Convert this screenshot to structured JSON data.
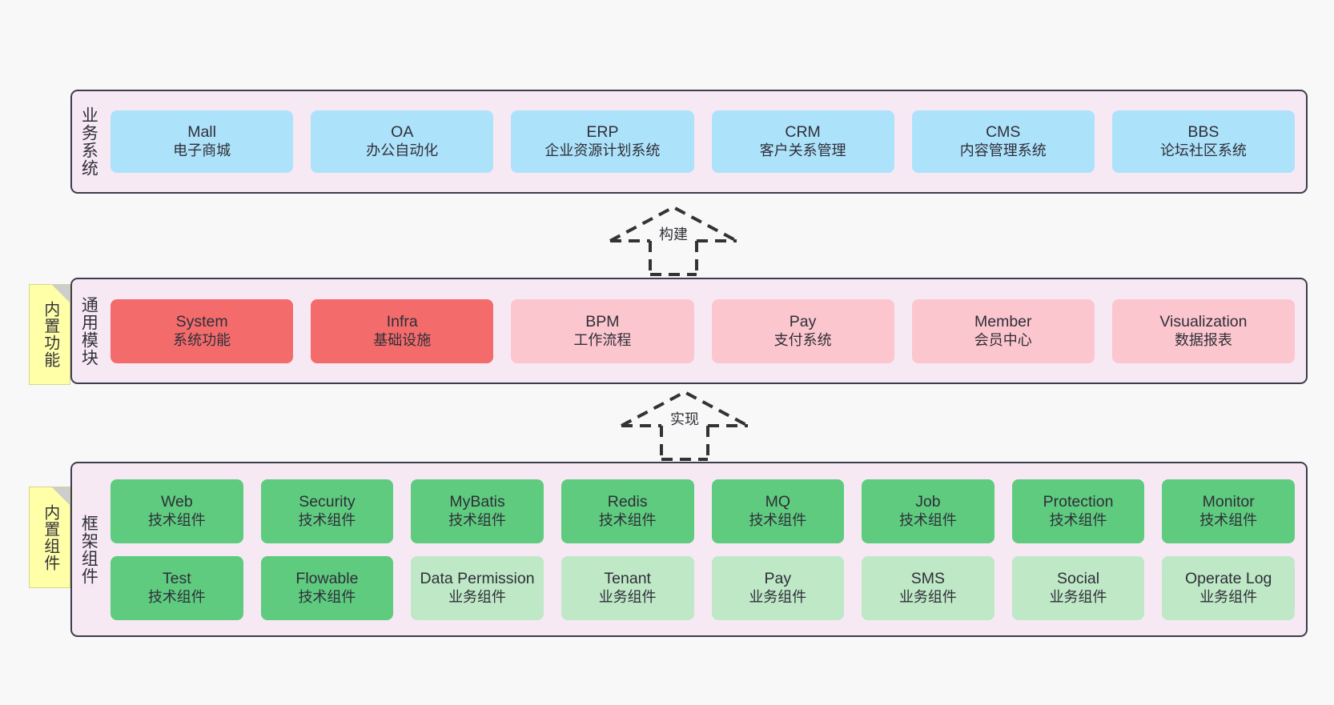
{
  "diagram": {
    "background_color": "#f8f8f8",
    "layer_fill": "#f7e9f4",
    "layer_border": "#3d3d4e",
    "note_color": "#ffffa8",
    "colors": {
      "business_card": "#ade2fb",
      "module_active": "#f36b6b",
      "module_plain": "#fcc6ce",
      "tech_component": "#5ecb7f",
      "biz_component": "#bee8c6"
    }
  },
  "notes": [
    {
      "id": "note-func",
      "text": "内置功能"
    },
    {
      "id": "note-comp",
      "text": "内置组件"
    }
  ],
  "connectors": [
    {
      "id": "conn-build",
      "label": "构建",
      "style": "dashed-hollow-arrow-up"
    },
    {
      "id": "conn-impl",
      "label": "实现",
      "style": "dashed-hollow-arrow-up"
    }
  ],
  "layers": [
    {
      "id": "layer-biz",
      "title": "业务系统",
      "rows": [
        [
          {
            "name": "Mall",
            "desc": "电子商城",
            "color": "blue"
          },
          {
            "name": "OA",
            "desc": "办公自动化",
            "color": "blue"
          },
          {
            "name": "ERP",
            "desc": "企业资源计划系统",
            "color": "blue"
          },
          {
            "name": "CRM",
            "desc": "客户关系管理",
            "color": "blue"
          },
          {
            "name": "CMS",
            "desc": "内容管理系统",
            "color": "blue"
          },
          {
            "name": "BBS",
            "desc": "论坛社区系统",
            "color": "blue"
          }
        ]
      ]
    },
    {
      "id": "layer-mod",
      "title": "通用模块",
      "rows": [
        [
          {
            "name": "System",
            "desc": "系统功能",
            "color": "red"
          },
          {
            "name": "Infra",
            "desc": "基础设施",
            "color": "red"
          },
          {
            "name": "BPM",
            "desc": "工作流程",
            "color": "pink"
          },
          {
            "name": "Pay",
            "desc": "支付系统",
            "color": "pink"
          },
          {
            "name": "Member",
            "desc": "会员中心",
            "color": "pink"
          },
          {
            "name": "Visualization",
            "desc": "数据报表",
            "color": "pink"
          }
        ]
      ]
    },
    {
      "id": "layer-comp",
      "title": "框架组件",
      "rows": [
        [
          {
            "name": "Web",
            "desc": "技术组件",
            "color": "green"
          },
          {
            "name": "Security",
            "desc": "技术组件",
            "color": "green"
          },
          {
            "name": "MyBatis",
            "desc": "技术组件",
            "color": "green"
          },
          {
            "name": "Redis",
            "desc": "技术组件",
            "color": "green"
          },
          {
            "name": "MQ",
            "desc": "技术组件",
            "color": "green"
          },
          {
            "name": "Job",
            "desc": "技术组件",
            "color": "green"
          },
          {
            "name": "Protection",
            "desc": "技术组件",
            "color": "green"
          },
          {
            "name": "Monitor",
            "desc": "技术组件",
            "color": "green"
          }
        ],
        [
          {
            "name": "Test",
            "desc": "技术组件",
            "color": "green"
          },
          {
            "name": "Flowable",
            "desc": "技术组件",
            "color": "green"
          },
          {
            "name": "Data Permission",
            "desc": "业务组件",
            "color": "green-lite"
          },
          {
            "name": "Tenant",
            "desc": "业务组件",
            "color": "green-lite"
          },
          {
            "name": "Pay",
            "desc": "业务组件",
            "color": "green-lite"
          },
          {
            "name": "SMS",
            "desc": "业务组件",
            "color": "green-lite"
          },
          {
            "name": "Social",
            "desc": "业务组件",
            "color": "green-lite"
          },
          {
            "name": "Operate Log",
            "desc": "业务组件",
            "color": "green-lite"
          }
        ]
      ]
    }
  ]
}
